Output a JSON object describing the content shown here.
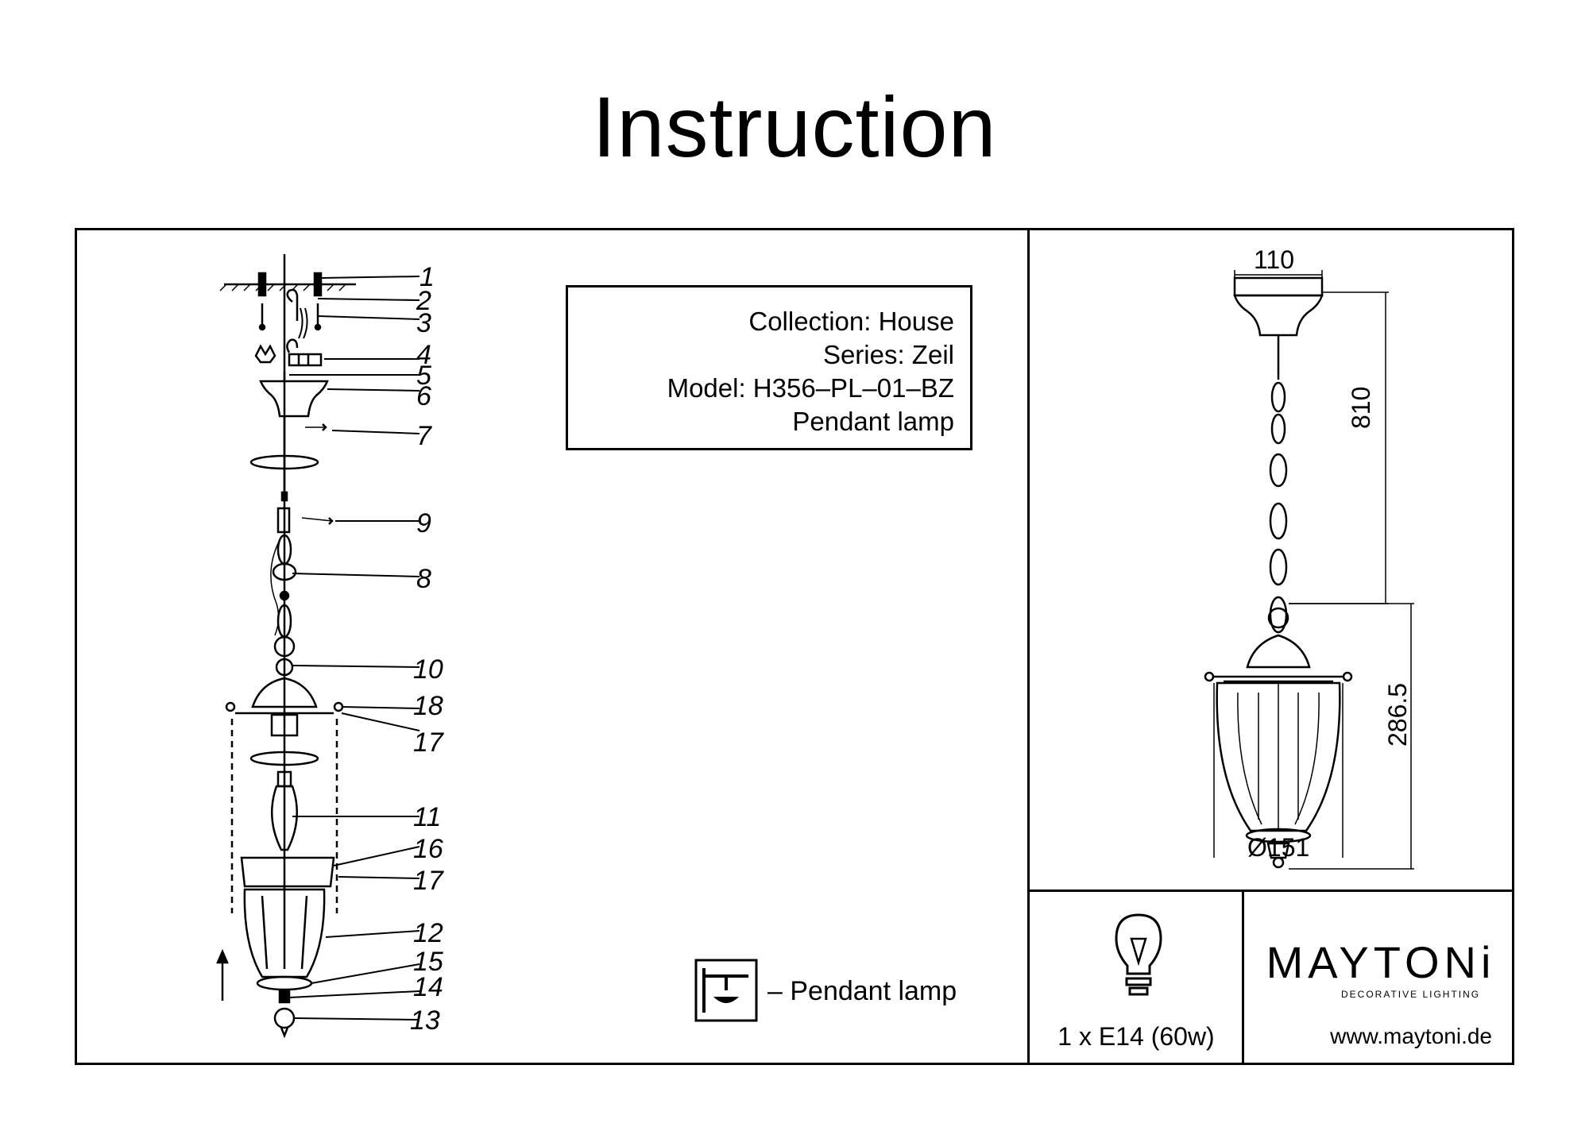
{
  "page": {
    "title": "Instruction"
  },
  "product_info": {
    "collection": "Collection: House",
    "series": "Series: Zeil",
    "model": "Model: H356–PL–01–BZ",
    "type": "Pendant lamp"
  },
  "parts_diagram": {
    "labels": [
      "1",
      "2",
      "3",
      "4",
      "5",
      "6",
      "7",
      "9",
      "8",
      "10",
      "18",
      "17",
      "11",
      "16",
      "17",
      "12",
      "15",
      "14",
      "13"
    ]
  },
  "dimensions": {
    "width_top": "110",
    "height_total": "810",
    "height_lantern": "286.5",
    "diameter": "Ø151"
  },
  "legend": {
    "icon": "pendant-mount-icon",
    "text": "– Pendant lamp"
  },
  "bulb": {
    "icon": "light-bulb-icon",
    "spec": "1 x E14 (60w)"
  },
  "brand": {
    "name": "MAYTONi",
    "tagline": "DECORATIVE LIGHTING",
    "website": "www.maytoni.de"
  }
}
